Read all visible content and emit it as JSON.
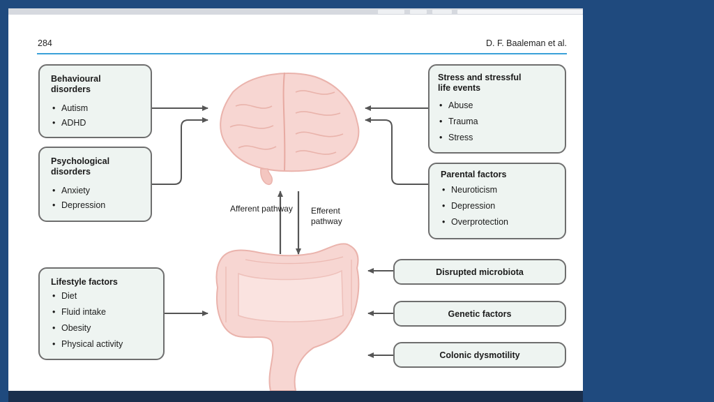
{
  "header": {
    "page_number": "284",
    "authors": "D. F. Baaleman et al."
  },
  "boxes": {
    "behavioural": {
      "title": "Behavioural disorders",
      "items": [
        "Autism",
        "ADHD"
      ]
    },
    "psychological": {
      "title": "Psychological disorders",
      "items": [
        "Anxiety",
        "Depression"
      ]
    },
    "lifestyle": {
      "title": "Lifestyle factors",
      "items": [
        "Diet",
        "Fluid intake",
        "Obesity",
        "Physical activity"
      ]
    },
    "stress": {
      "title": "Stress and stressful life events",
      "items": [
        "Abuse",
        "Trauma",
        "Stress"
      ]
    },
    "parental": {
      "title": "Parental factors",
      "items": [
        "Neuroticism",
        "Depression",
        "Overprotection"
      ]
    },
    "microbiota": {
      "title": "Disrupted microbiota"
    },
    "genetic": {
      "title": "Genetic factors"
    },
    "dysmotility": {
      "title": "Colonic dysmotility"
    }
  },
  "pathways": {
    "afferent": "Afferent pathway",
    "efferent": "Efferent pathway"
  },
  "colors": {
    "organ_fill": "#f7d6d2",
    "organ_line": "#eab3ac",
    "box_fill": "#eef4f1",
    "arrow": "#555555",
    "rule": "#3aa0d8",
    "frame": "#1f4a7e"
  }
}
